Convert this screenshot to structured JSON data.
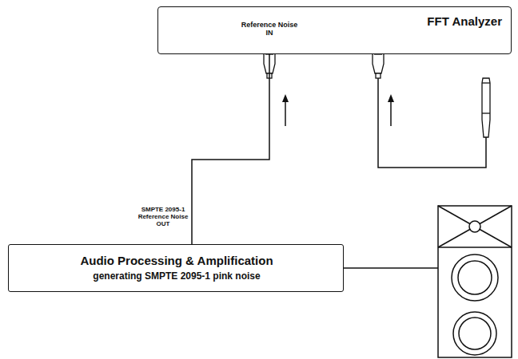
{
  "diagram": {
    "nodes": [
      {
        "text": [
          "FFT Analyzer"
        ]
      },
      {
        "text": [
          "Audio Processing & Amplification",
          "generating SMPTE 2095-1 pink noise"
        ]
      }
    ],
    "edges": [
      {
        "from": 1,
        "to": 0,
        "arrow": "none",
        "label": "SMPTE 2095-1 Reference Noise OUT"
      }
    ],
    "labels": [
      "Reference Noise IN"
    ]
  }
}
